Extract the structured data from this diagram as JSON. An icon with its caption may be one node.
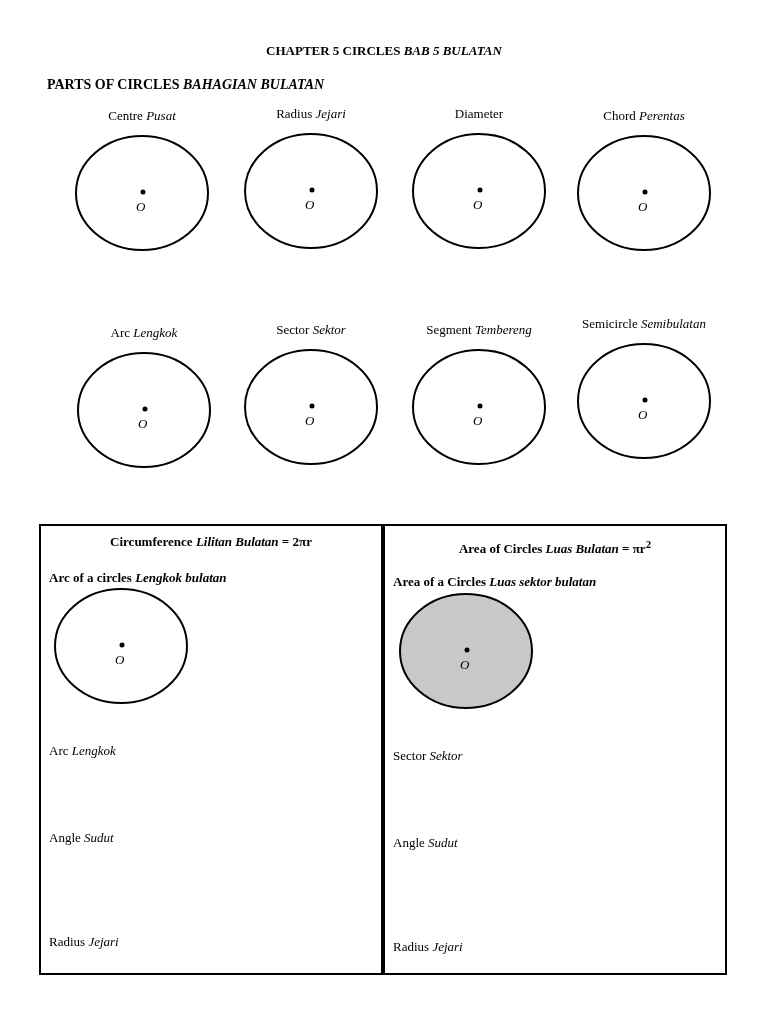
{
  "diagram": {
    "title": "CHAPTER 5 CIRCLES *BAB 5 BULATAN*",
    "nodes": [
      {
        "text": [
          "O"
        ],
        "beside": [
          "Centre *Pusat*"
        ]
      },
      {
        "text": [
          "O"
        ],
        "beside": [
          "Radius *Jejari*"
        ]
      },
      {
        "text": [
          "O"
        ],
        "beside": [
          "Diameter"
        ]
      },
      {
        "text": [
          "O"
        ],
        "beside": [
          "Chord *Perentas*"
        ]
      },
      {
        "text": [
          "O"
        ],
        "beside": [
          "Arc *Lengkok*"
        ]
      },
      {
        "text": [
          "O"
        ],
        "beside": [
          "Sector *Sektor*"
        ]
      },
      {
        "text": [
          "O"
        ],
        "beside": [
          "Segment *Tembereng*"
        ]
      },
      {
        "text": [
          "O"
        ],
        "beside": [
          "Semicircle *Semibulatan*"
        ]
      },
      {
        "text": [
          "Circumference *Lilitan Bulatan* = 2πr",
          "Arc of a circles *Lengkok bulatan*",
          "Arc *Lengkok*",
          "Angle *Sudut*",
          "Radius *Jejari*"
        ]
      },
      {
        "text": [
          "O"
        ],
        "in": 8
      },
      {
        "text": [
          "Area of Circles *Luas Bulatan* = πr$^{2}$",
          "Area of  a Circles *Luas sektor bulatan*",
          "Sector *Sektor*",
          "Angle *Sudut*",
          "Radius *Jejari*"
        ]
      },
      {
        "text": [
          "O"
        ],
        "in": 10
      }
    ],
    "edges": [],
    "labels": [
      "PARTS OF CIRCLES *BAHAGIAN BULATAN*"
    ]
  }
}
